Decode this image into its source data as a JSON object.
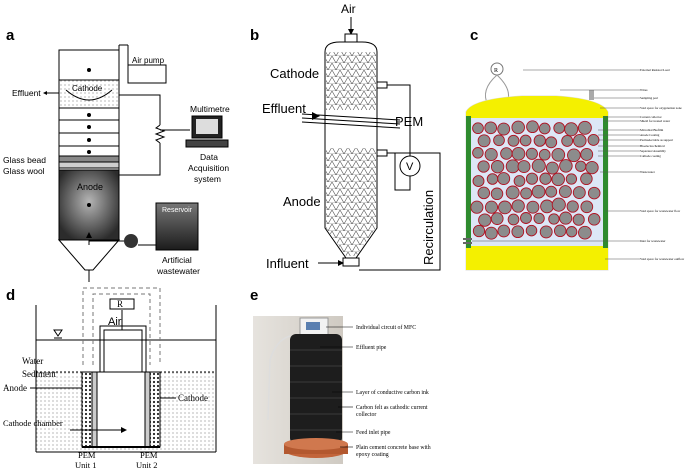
{
  "panels": {
    "a": {
      "letter": "a",
      "labels": {
        "air_pump": "Air pump",
        "effluent": "Effluent",
        "cathode": "Cathode",
        "multimetre": "Multimetre",
        "data_acquisition": "Data",
        "data_acquisition_2": "Acquisition",
        "data_acquisition_3": "system",
        "glass_bead": "Glass bead",
        "glass_wool": "Glass wool",
        "anode": "Anode",
        "reservoir": "Reservoir",
        "artificial_1": "Artificial",
        "artificial_2": "wastewater"
      }
    },
    "b": {
      "letter": "b",
      "labels": {
        "air": "Air",
        "cathode": "Cathode",
        "effluent": "Effluent",
        "pem": "PEM",
        "voltmeter": "V",
        "anode": "Anode",
        "influent": "Influent",
        "recirculation": "Recirculation"
      }
    },
    "c": {
      "letter": "c",
      "labels": {
        "resistor": "R",
        "external_resistor": "External Resistor/Load",
        "wires": "Wires",
        "sampling_port": "Sampling port",
        "void_oxygenation": "Void space for oxygenation zone",
        "current_collector": "Current collector",
        "shield": "Shield for treated water",
        "microbial_biofilm": "Microbial Biofilm",
        "anode_coating": "Anode Coating",
        "permselectable": "Permselectable as support",
        "bioelectrochemical": "Bioelectrochemical",
        "separator": "Separator/Assembly",
        "cathode_coating": "Cathode coating",
        "wastewater": "Wastewater",
        "void_wastewater_flow": "Void space for wastewater flow",
        "inlet": "Inlet for wastewater",
        "void_outlet": "Void space for wastewater outflow"
      }
    },
    "d": {
      "letter": "d",
      "labels": {
        "resistor": "R",
        "air": "Air",
        "water": "Water",
        "sediment": "Sediment",
        "anode": "Anode",
        "cathode": "Cathode",
        "cathode_chamber": "Cathode chamber",
        "pem_1": "PEM",
        "unit_1": "Unit 1",
        "pem_2": "PEM",
        "unit_2": "Unit 2"
      }
    },
    "e": {
      "letter": "e",
      "labels": {
        "circuit": "Individual circuit of MFC",
        "effluent_pipe": "Effluent pipe",
        "carbon_ink": "Layer of conductive carbon ink",
        "carbon_felt_1": "Carbon felt as cathodic current",
        "carbon_felt_2": "collector",
        "feed_pipe": "Feed inlet pipe",
        "base_1": "Plain cement concrete base  with",
        "base_2": "epoxy coating"
      }
    }
  },
  "colors": {
    "anode_grey": "#6e6e6e",
    "green_wall": "#2e8b2e",
    "yellow_band": "#f4f000",
    "granule_fill": "#8c8c8c",
    "granule_edge": "#b01020",
    "photo_bg": "#d9d6d0"
  }
}
